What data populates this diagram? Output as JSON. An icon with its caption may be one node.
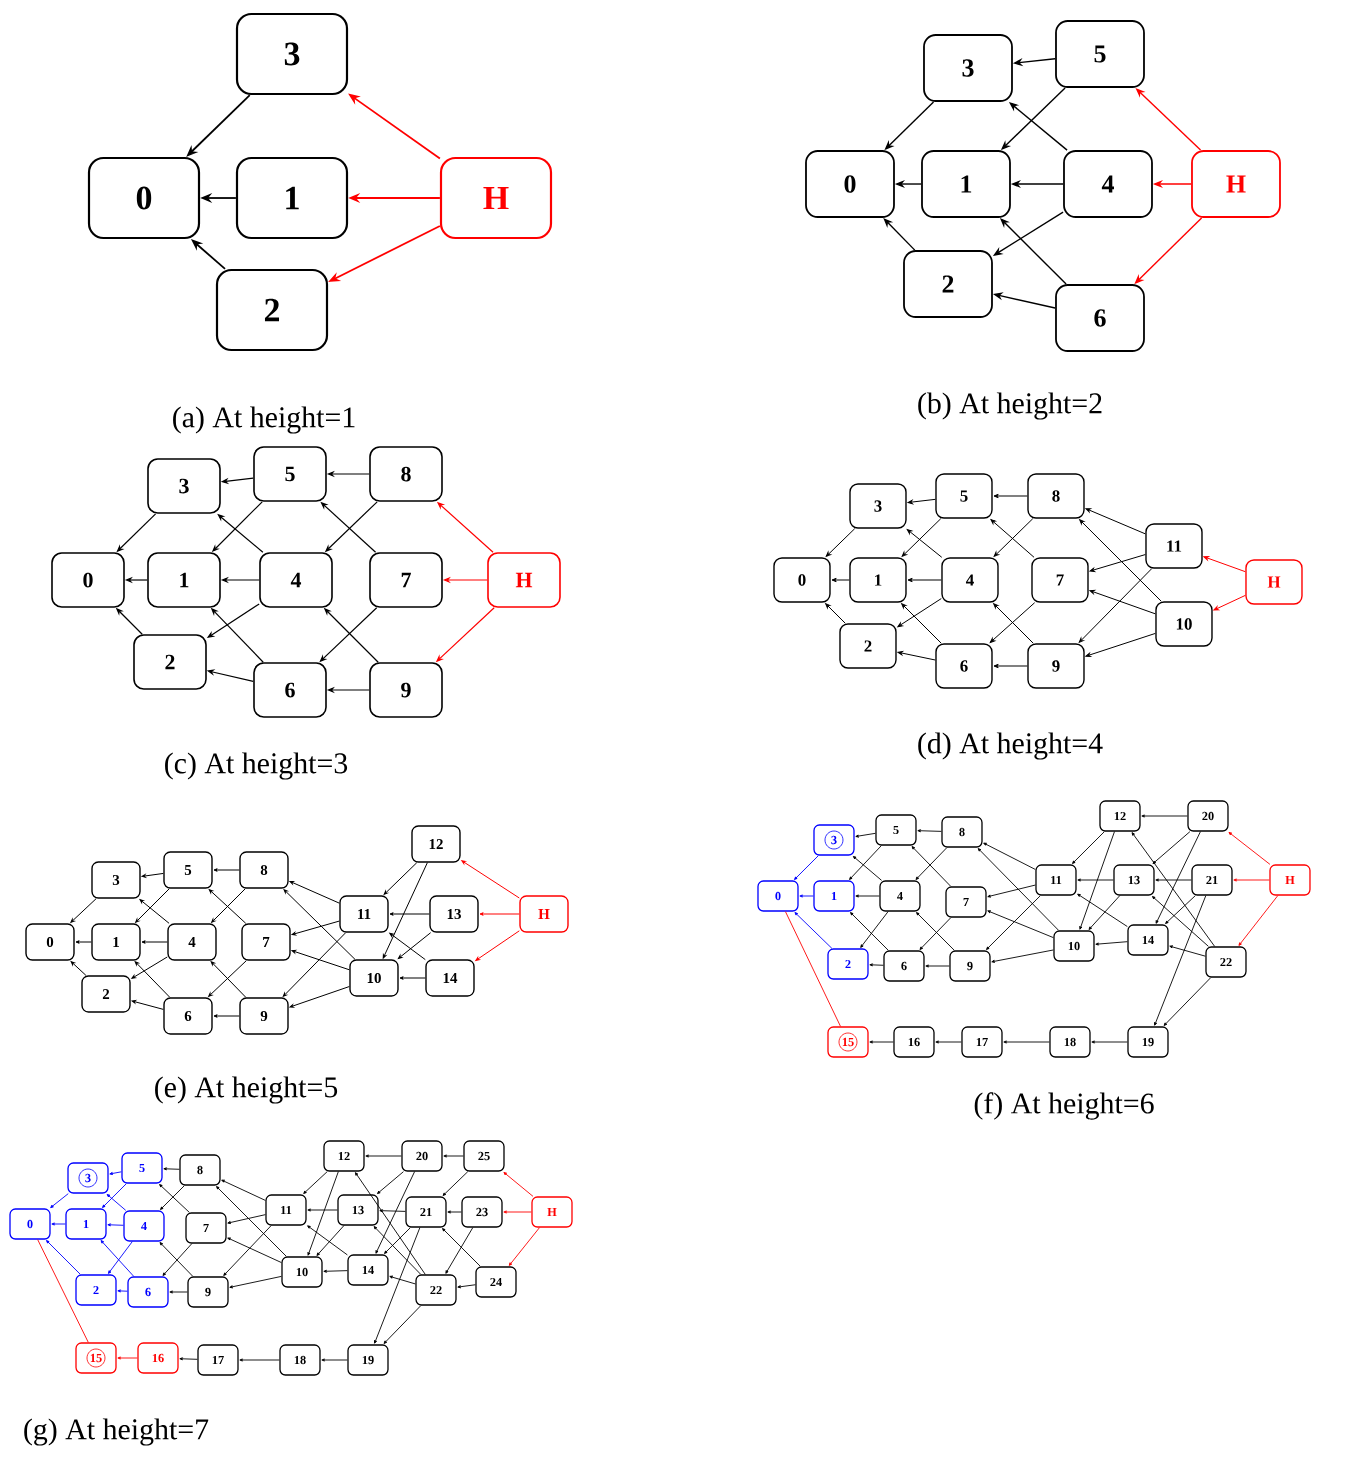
{
  "diagram": {
    "nodes": [
      {
        "text": [
          "0"
        ]
      },
      {
        "text": [
          "1"
        ]
      },
      {
        "text": [
          "2"
        ]
      },
      {
        "text": [
          "3"
        ]
      },
      {
        "text": [
          "H"
        ]
      },
      {
        "text": [
          "0"
        ]
      },
      {
        "text": [
          "1"
        ]
      },
      {
        "text": [
          "2"
        ]
      },
      {
        "text": [
          "3"
        ]
      },
      {
        "text": [
          "4"
        ]
      },
      {
        "text": [
          "5"
        ]
      },
      {
        "text": [
          "6"
        ]
      },
      {
        "text": [
          "H"
        ]
      },
      {
        "text": [
          "0"
        ]
      },
      {
        "text": [
          "1"
        ]
      },
      {
        "text": [
          "2"
        ]
      },
      {
        "text": [
          "3"
        ]
      },
      {
        "text": [
          "4"
        ]
      },
      {
        "text": [
          "5"
        ]
      },
      {
        "text": [
          "6"
        ]
      },
      {
        "text": [
          "7"
        ]
      },
      {
        "text": [
          "8"
        ]
      },
      {
        "text": [
          "9"
        ]
      },
      {
        "text": [
          "H"
        ]
      },
      {
        "text": [
          "0"
        ]
      },
      {
        "text": [
          "1"
        ]
      },
      {
        "text": [
          "2"
        ]
      },
      {
        "text": [
          "3"
        ]
      },
      {
        "text": [
          "4"
        ]
      },
      {
        "text": [
          "5"
        ]
      },
      {
        "text": [
          "6"
        ]
      },
      {
        "text": [
          "7"
        ]
      },
      {
        "text": [
          "8"
        ]
      },
      {
        "text": [
          "9"
        ]
      },
      {
        "text": [
          "10"
        ]
      },
      {
        "text": [
          "11"
        ]
      },
      {
        "text": [
          "H"
        ]
      },
      {
        "text": [
          "0"
        ]
      },
      {
        "text": [
          "1"
        ]
      },
      {
        "text": [
          "2"
        ]
      },
      {
        "text": [
          "3"
        ]
      },
      {
        "text": [
          "4"
        ]
      },
      {
        "text": [
          "5"
        ]
      },
      {
        "text": [
          "6"
        ]
      },
      {
        "text": [
          "7"
        ]
      },
      {
        "text": [
          "8"
        ]
      },
      {
        "text": [
          "9"
        ]
      },
      {
        "text": [
          "10"
        ]
      },
      {
        "text": [
          "11"
        ]
      },
      {
        "text": [
          "12"
        ]
      },
      {
        "text": [
          "13"
        ]
      },
      {
        "text": [
          "14"
        ]
      },
      {
        "text": [
          "H"
        ]
      },
      {
        "text": [
          "0"
        ]
      },
      {
        "text": [
          "1"
        ]
      },
      {
        "text": [
          "2"
        ]
      },
      {
        "text": [
          "3"
        ]
      },
      {
        "text": [
          "4"
        ]
      },
      {
        "text": [
          "5"
        ]
      },
      {
        "text": [
          "6"
        ]
      },
      {
        "text": [
          "7"
        ]
      },
      {
        "text": [
          "8"
        ]
      },
      {
        "text": [
          "9"
        ]
      },
      {
        "text": [
          "10"
        ]
      },
      {
        "text": [
          "11"
        ]
      },
      {
        "text": [
          "12"
        ]
      },
      {
        "text": [
          "13"
        ]
      },
      {
        "text": [
          "14"
        ]
      },
      {
        "text": [
          "15"
        ]
      },
      {
        "text": [
          "16"
        ]
      },
      {
        "text": [
          "17"
        ]
      },
      {
        "text": [
          "18"
        ]
      },
      {
        "text": [
          "19"
        ]
      },
      {
        "text": [
          "20"
        ]
      },
      {
        "text": [
          "21"
        ]
      },
      {
        "text": [
          "22"
        ]
      },
      {
        "text": [
          "H"
        ]
      },
      {
        "text": [
          "0"
        ]
      },
      {
        "text": [
          "1"
        ]
      },
      {
        "text": [
          "2"
        ]
      },
      {
        "text": [
          "3"
        ]
      },
      {
        "text": [
          "4"
        ]
      },
      {
        "text": [
          "5"
        ]
      },
      {
        "text": [
          "6"
        ]
      },
      {
        "text": [
          "7"
        ]
      },
      {
        "text": [
          "8"
        ]
      },
      {
        "text": [
          "9"
        ]
      },
      {
        "text": [
          "10"
        ]
      },
      {
        "text": [
          "11"
        ]
      },
      {
        "text": [
          "12"
        ]
      },
      {
        "text": [
          "13"
        ]
      },
      {
        "text": [
          "14"
        ]
      },
      {
        "text": [
          "15"
        ]
      },
      {
        "text": [
          "16"
        ]
      },
      {
        "text": [
          "17"
        ]
      },
      {
        "text": [
          "18"
        ]
      },
      {
        "text": [
          "19"
        ]
      },
      {
        "text": [
          "20"
        ]
      },
      {
        "text": [
          "21"
        ]
      },
      {
        "text": [
          "22"
        ]
      },
      {
        "text": [
          "23"
        ]
      },
      {
        "text": [
          "24"
        ]
      },
      {
        "text": [
          "25"
        ]
      },
      {
        "text": [
          "H"
        ]
      }
    ],
    "edges": [
      {
        "from": 3,
        "to": 0,
        "arrow": "to"
      },
      {
        "from": 1,
        "to": 0,
        "arrow": "to"
      },
      {
        "from": 2,
        "to": 0,
        "arrow": "to"
      },
      {
        "from": 4,
        "to": 3,
        "arrow": "to",
        "color": "#ff0000"
      },
      {
        "from": 4,
        "to": 1,
        "arrow": "to",
        "color": "#ff0000"
      },
      {
        "from": 4,
        "to": 2,
        "arrow": "to",
        "color": "#ff0000"
      },
      {
        "from": 8,
        "to": 5,
        "arrow": "to"
      },
      {
        "from": 6,
        "to": 5,
        "arrow": "to"
      },
      {
        "from": 7,
        "to": 5,
        "arrow": "to"
      },
      {
        "from": 10,
        "to": 8,
        "arrow": "to"
      },
      {
        "from": 10,
        "to": 6,
        "arrow": "to"
      },
      {
        "from": 9,
        "to": 8,
        "arrow": "to"
      },
      {
        "from": 9,
        "to": 6,
        "arrow": "to"
      },
      {
        "from": 9,
        "to": 7,
        "arrow": "to"
      },
      {
        "from": 11,
        "to": 6,
        "arrow": "to"
      },
      {
        "from": 11,
        "to": 7,
        "arrow": "to"
      },
      {
        "from": 12,
        "to": 10,
        "arrow": "to",
        "color": "#ff0000"
      },
      {
        "from": 12,
        "to": 9,
        "arrow": "to",
        "color": "#ff0000"
      },
      {
        "from": 12,
        "to": 11,
        "arrow": "to",
        "color": "#ff0000"
      },
      {
        "from": 16,
        "to": 13,
        "arrow": "to"
      },
      {
        "from": 14,
        "to": 13,
        "arrow": "to"
      },
      {
        "from": 15,
        "to": 13,
        "arrow": "to"
      },
      {
        "from": 18,
        "to": 16,
        "arrow": "to"
      },
      {
        "from": 18,
        "to": 14,
        "arrow": "to"
      },
      {
        "from": 17,
        "to": 16,
        "arrow": "to"
      },
      {
        "from": 17,
        "to": 14,
        "arrow": "to"
      },
      {
        "from": 17,
        "to": 15,
        "arrow": "to"
      },
      {
        "from": 19,
        "to": 14,
        "arrow": "to"
      },
      {
        "from": 19,
        "to": 15,
        "arrow": "to"
      },
      {
        "from": 21,
        "to": 18,
        "arrow": "to"
      },
      {
        "from": 21,
        "to": 17,
        "arrow": "to"
      },
      {
        "from": 20,
        "to": 18,
        "arrow": "to"
      },
      {
        "from": 20,
        "to": 19,
        "arrow": "to"
      },
      {
        "from": 22,
        "to": 19,
        "arrow": "to"
      },
      {
        "from": 22,
        "to": 17,
        "arrow": "to"
      },
      {
        "from": 23,
        "to": 21,
        "arrow": "to",
        "color": "#ff0000"
      },
      {
        "from": 23,
        "to": 20,
        "arrow": "to",
        "color": "#ff0000"
      },
      {
        "from": 23,
        "to": 22,
        "arrow": "to",
        "color": "#ff0000"
      },
      {
        "from": 27,
        "to": 24,
        "arrow": "to"
      },
      {
        "from": 25,
        "to": 24,
        "arrow": "to"
      },
      {
        "from": 26,
        "to": 24,
        "arrow": "to"
      },
      {
        "from": 29,
        "to": 27,
        "arrow": "to"
      },
      {
        "from": 29,
        "to": 25,
        "arrow": "to"
      },
      {
        "from": 28,
        "to": 27,
        "arrow": "to"
      },
      {
        "from": 28,
        "to": 25,
        "arrow": "to"
      },
      {
        "from": 28,
        "to": 26,
        "arrow": "to"
      },
      {
        "from": 30,
        "to": 25,
        "arrow": "to"
      },
      {
        "from": 30,
        "to": 26,
        "arrow": "to"
      },
      {
        "from": 32,
        "to": 29,
        "arrow": "to"
      },
      {
        "from": 32,
        "to": 28,
        "arrow": "to"
      },
      {
        "from": 31,
        "to": 29,
        "arrow": "to"
      },
      {
        "from": 31,
        "to": 30,
        "arrow": "to"
      },
      {
        "from": 33,
        "to": 30,
        "arrow": "to"
      },
      {
        "from": 33,
        "to": 28,
        "arrow": "to"
      },
      {
        "from": 35,
        "to": 32,
        "arrow": "to"
      },
      {
        "from": 35,
        "to": 31,
        "arrow": "to"
      },
      {
        "from": 35,
        "to": 33,
        "arrow": "to"
      },
      {
        "from": 34,
        "to": 32,
        "arrow": "to"
      },
      {
        "from": 34,
        "to": 31,
        "arrow": "to"
      },
      {
        "from": 34,
        "to": 33,
        "arrow": "to"
      },
      {
        "from": 36,
        "to": 35,
        "arrow": "to",
        "color": "#ff0000"
      },
      {
        "from": 36,
        "to": 34,
        "arrow": "to",
        "color": "#ff0000"
      },
      {
        "from": 40,
        "to": 37,
        "arrow": "to"
      },
      {
        "from": 38,
        "to": 37,
        "arrow": "to"
      },
      {
        "from": 39,
        "to": 37,
        "arrow": "to"
      },
      {
        "from": 42,
        "to": 40,
        "arrow": "to"
      },
      {
        "from": 42,
        "to": 38,
        "arrow": "to"
      },
      {
        "from": 41,
        "to": 40,
        "arrow": "to"
      },
      {
        "from": 41,
        "to": 38,
        "arrow": "to"
      },
      {
        "from": 41,
        "to": 39,
        "arrow": "to"
      },
      {
        "from": 43,
        "to": 38,
        "arrow": "to"
      },
      {
        "from": 43,
        "to": 39,
        "arrow": "to"
      },
      {
        "from": 45,
        "to": 42,
        "arrow": "to"
      },
      {
        "from": 45,
        "to": 41,
        "arrow": "to"
      },
      {
        "from": 44,
        "to": 42,
        "arrow": "to"
      },
      {
        "from": 44,
        "to": 43,
        "arrow": "to"
      },
      {
        "from": 46,
        "to": 43,
        "arrow": "to"
      },
      {
        "from": 46,
        "to": 41,
        "arrow": "to"
      },
      {
        "from": 48,
        "to": 45,
        "arrow": "to"
      },
      {
        "from": 48,
        "to": 44,
        "arrow": "to"
      },
      {
        "from": 48,
        "to": 46,
        "arrow": "to"
      },
      {
        "from": 47,
        "to": 45,
        "arrow": "to"
      },
      {
        "from": 47,
        "to": 44,
        "arrow": "to"
      },
      {
        "from": 47,
        "to": 46,
        "arrow": "to"
      },
      {
        "from": 49,
        "to": 48,
        "arrow": "to"
      },
      {
        "from": 49,
        "to": 47,
        "arrow": "to"
      },
      {
        "from": 50,
        "to": 48,
        "arrow": "to"
      },
      {
        "from": 50,
        "to": 47,
        "arrow": "to"
      },
      {
        "from": 51,
        "to": 47,
        "arrow": "to"
      },
      {
        "from": 51,
        "to": 48,
        "arrow": "to"
      },
      {
        "from": 52,
        "to": 49,
        "arrow": "to",
        "color": "#ff0000"
      },
      {
        "from": 52,
        "to": 50,
        "arrow": "to",
        "color": "#ff0000"
      },
      {
        "from": 52,
        "to": 51,
        "arrow": "to",
        "color": "#ff0000"
      },
      {
        "from": 56,
        "to": 53,
        "arrow": "to",
        "color": "#0000ff"
      },
      {
        "from": 54,
        "to": 53,
        "arrow": "to",
        "color": "#0000ff"
      },
      {
        "from": 55,
        "to": 53,
        "arrow": "to",
        "color": "#0000ff"
      },
      {
        "from": 58,
        "to": 56,
        "arrow": "to"
      },
      {
        "from": 58,
        "to": 54,
        "arrow": "to"
      },
      {
        "from": 57,
        "to": 56,
        "arrow": "to"
      },
      {
        "from": 57,
        "to": 54,
        "arrow": "to"
      },
      {
        "from": 57,
        "to": 55,
        "arrow": "to"
      },
      {
        "from": 59,
        "to": 54,
        "arrow": "to"
      },
      {
        "from": 59,
        "to": 55,
        "arrow": "to"
      },
      {
        "from": 61,
        "to": 58,
        "arrow": "to"
      },
      {
        "from": 61,
        "to": 57,
        "arrow": "to"
      },
      {
        "from": 60,
        "to": 58,
        "arrow": "to"
      },
      {
        "from": 60,
        "to": 59,
        "arrow": "to"
      },
      {
        "from": 62,
        "to": 59,
        "arrow": "to"
      },
      {
        "from": 62,
        "to": 57,
        "arrow": "to"
      },
      {
        "from": 64,
        "to": 61,
        "arrow": "to"
      },
      {
        "from": 64,
        "to": 60,
        "arrow": "to"
      },
      {
        "from": 64,
        "to": 62,
        "arrow": "to"
      },
      {
        "from": 63,
        "to": 61,
        "arrow": "to"
      },
      {
        "from": 63,
        "to": 60,
        "arrow": "to"
      },
      {
        "from": 63,
        "to": 62,
        "arrow": "to"
      },
      {
        "from": 65,
        "to": 64,
        "arrow": "to"
      },
      {
        "from": 65,
        "to": 63,
        "arrow": "to"
      },
      {
        "from": 66,
        "to": 64,
        "arrow": "to"
      },
      {
        "from": 66,
        "to": 63,
        "arrow": "to"
      },
      {
        "from": 67,
        "to": 63,
        "arrow": "to"
      },
      {
        "from": 67,
        "to": 64,
        "arrow": "to"
      },
      {
        "from": 73,
        "to": 65,
        "arrow": "to"
      },
      {
        "from": 73,
        "to": 66,
        "arrow": "to"
      },
      {
        "from": 73,
        "to": 67,
        "arrow": "to"
      },
      {
        "from": 74,
        "to": 66,
        "arrow": "to"
      },
      {
        "from": 74,
        "to": 67,
        "arrow": "to"
      },
      {
        "from": 74,
        "to": 72,
        "arrow": "to"
      },
      {
        "from": 75,
        "to": 67,
        "arrow": "to"
      },
      {
        "from": 75,
        "to": 72,
        "arrow": "to"
      },
      {
        "from": 75,
        "to": 65,
        "arrow": "to"
      },
      {
        "from": 75,
        "to": 66,
        "arrow": "to"
      },
      {
        "from": 72,
        "to": 71,
        "arrow": "to"
      },
      {
        "from": 71,
        "to": 70,
        "arrow": "to"
      },
      {
        "from": 70,
        "to": 69,
        "arrow": "to"
      },
      {
        "from": 69,
        "to": 68,
        "arrow": "to"
      },
      {
        "from": 53,
        "to": 68,
        "arrow": "none",
        "color": "#ff0000"
      },
      {
        "from": 76,
        "to": 73,
        "arrow": "to",
        "color": "#ff0000"
      },
      {
        "from": 76,
        "to": 74,
        "arrow": "to",
        "color": "#ff0000"
      },
      {
        "from": 76,
        "to": 75,
        "arrow": "to",
        "color": "#ff0000"
      },
      {
        "from": 80,
        "to": 77,
        "arrow": "to",
        "color": "#0000ff"
      },
      {
        "from": 78,
        "to": 77,
        "arrow": "to",
        "color": "#0000ff"
      },
      {
        "from": 79,
        "to": 77,
        "arrow": "to",
        "color": "#0000ff"
      },
      {
        "from": 82,
        "to": 80,
        "arrow": "to",
        "color": "#0000ff"
      },
      {
        "from": 82,
        "to": 78,
        "arrow": "to",
        "color": "#0000ff"
      },
      {
        "from": 81,
        "to": 80,
        "arrow": "to",
        "color": "#0000ff"
      },
      {
        "from": 81,
        "to": 78,
        "arrow": "to",
        "color": "#0000ff"
      },
      {
        "from": 81,
        "to": 79,
        "arrow": "to",
        "color": "#0000ff"
      },
      {
        "from": 83,
        "to": 78,
        "arrow": "to",
        "color": "#0000ff"
      },
      {
        "from": 83,
        "to": 79,
        "arrow": "to",
        "color": "#0000ff"
      },
      {
        "from": 85,
        "to": 82,
        "arrow": "to"
      },
      {
        "from": 85,
        "to": 81,
        "arrow": "to"
      },
      {
        "from": 84,
        "to": 82,
        "arrow": "to"
      },
      {
        "from": 84,
        "to": 83,
        "arrow": "to"
      },
      {
        "from": 86,
        "to": 83,
        "arrow": "to"
      },
      {
        "from": 86,
        "to": 81,
        "arrow": "to"
      },
      {
        "from": 88,
        "to": 85,
        "arrow": "to"
      },
      {
        "from": 88,
        "to": 84,
        "arrow": "to"
      },
      {
        "from": 88,
        "to": 86,
        "arrow": "to"
      },
      {
        "from": 87,
        "to": 85,
        "arrow": "to"
      },
      {
        "from": 87,
        "to": 84,
        "arrow": "to"
      },
      {
        "from": 87,
        "to": 86,
        "arrow": "to"
      },
      {
        "from": 89,
        "to": 88,
        "arrow": "to"
      },
      {
        "from": 89,
        "to": 87,
        "arrow": "to"
      },
      {
        "from": 90,
        "to": 88,
        "arrow": "to"
      },
      {
        "from": 90,
        "to": 87,
        "arrow": "to"
      },
      {
        "from": 91,
        "to": 87,
        "arrow": "to"
      },
      {
        "from": 91,
        "to": 88,
        "arrow": "to"
      },
      {
        "from": 97,
        "to": 89,
        "arrow": "to"
      },
      {
        "from": 97,
        "to": 90,
        "arrow": "to"
      },
      {
        "from": 97,
        "to": 91,
        "arrow": "to"
      },
      {
        "from": 98,
        "to": 90,
        "arrow": "to"
      },
      {
        "from": 98,
        "to": 91,
        "arrow": "to"
      },
      {
        "from": 98,
        "to": 96,
        "arrow": "to"
      },
      {
        "from": 99,
        "to": 91,
        "arrow": "to"
      },
      {
        "from": 99,
        "to": 96,
        "arrow": "to"
      },
      {
        "from": 99,
        "to": 89,
        "arrow": "to"
      },
      {
        "from": 99,
        "to": 90,
        "arrow": "to"
      },
      {
        "from": 96,
        "to": 95,
        "arrow": "to"
      },
      {
        "from": 95,
        "to": 94,
        "arrow": "to"
      },
      {
        "from": 94,
        "to": 93,
        "arrow": "to"
      },
      {
        "from": 93,
        "to": 92,
        "arrow": "to",
        "color": "#ff0000"
      },
      {
        "from": 77,
        "to": 92,
        "arrow": "none",
        "color": "#ff0000"
      },
      {
        "from": 102,
        "to": 97,
        "arrow": "to"
      },
      {
        "from": 102,
        "to": 98,
        "arrow": "to"
      },
      {
        "from": 100,
        "to": 98,
        "arrow": "to"
      },
      {
        "from": 100,
        "to": 99,
        "arrow": "to"
      },
      {
        "from": 101,
        "to": 99,
        "arrow": "to"
      },
      {
        "from": 101,
        "to": 98,
        "arrow": "to"
      },
      {
        "from": 103,
        "to": 102,
        "arrow": "to",
        "color": "#ff0000"
      },
      {
        "from": 103,
        "to": 100,
        "arrow": "to",
        "color": "#ff0000"
      },
      {
        "from": 103,
        "to": 101,
        "arrow": "to",
        "color": "#ff0000"
      }
    ],
    "labels": [
      "(a) At height=1",
      "(b) At height=2",
      "(c) At height=3",
      "(d) At height=4",
      "(e) At height=5",
      "(f) At height=6",
      "(g) At height=7"
    ]
  }
}
